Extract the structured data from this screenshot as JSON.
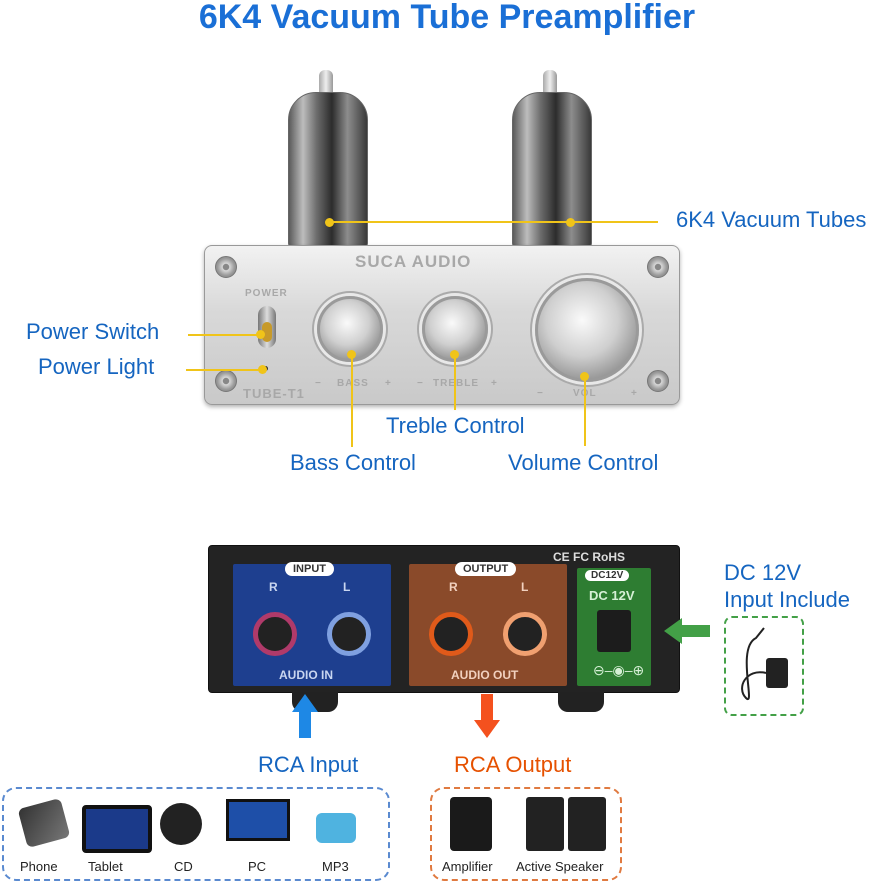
{
  "title": "6K4 Vacuum Tube Preamplifier",
  "callouts": {
    "tubes": "6K4 Vacuum Tubes",
    "power_switch": "Power Switch",
    "power_light": "Power Light",
    "treble": "Treble Control",
    "bass": "Bass Control",
    "volume": "Volume Control",
    "dc_line1": "DC 12V",
    "dc_line2": "Input Include",
    "rca_input": "RCA Input",
    "rca_output": "RCA Output"
  },
  "front_panel": {
    "brand": "SUCA AUDIO",
    "power": "POWER",
    "model": "TUBE-T1",
    "bass": "BASS",
    "treble": "TREBLE",
    "vol": "VOL",
    "minus": "−",
    "plus": "+"
  },
  "back_panel": {
    "input_label": "INPUT",
    "output_label": "OUTPUT",
    "dc_label": "DC12V",
    "dc_text": "DC 12V",
    "audio_in": "AUDIO IN",
    "audio_out": "AUDIO OUT",
    "cert": "CE FC RoHS",
    "r": "R",
    "l": "L"
  },
  "sources": [
    "Phone",
    "Tablet",
    "CD",
    "PC",
    "MP3"
  ],
  "outputs": [
    "Amplifier",
    "Active Speaker"
  ],
  "colors": {
    "title": "#1a6fd6",
    "callout": "#1565c0",
    "leader": "#f0c419",
    "input_panel": "#1e3f8f",
    "output_panel": "#8a4a2a",
    "dc_panel": "#2e7d32",
    "input_arrow": "#1e88e5",
    "output_arrow": "#f4511e",
    "dc_arrow": "#43a047"
  }
}
